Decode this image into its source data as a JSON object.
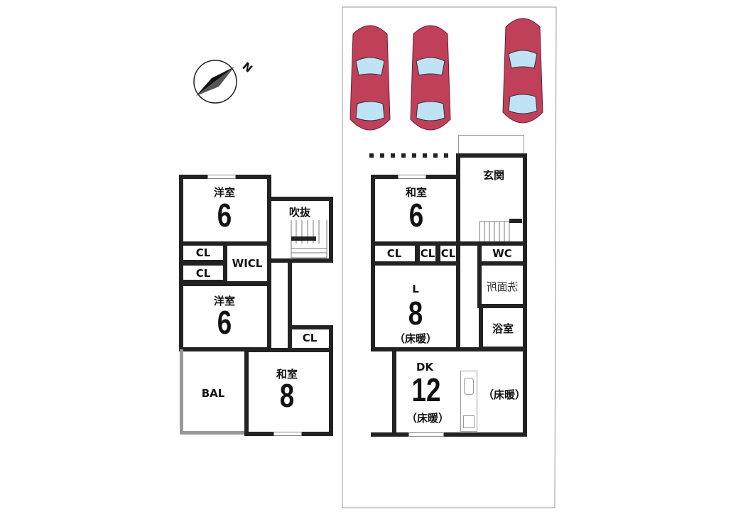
{
  "compass": {
    "label": "N"
  },
  "floor2": {
    "rooms": [
      {
        "name": "洋室",
        "size": "6"
      },
      {
        "name": "洋室",
        "size": "6"
      },
      {
        "name": "和室",
        "size": "8"
      }
    ],
    "cl1": "CL",
    "cl2": "CL",
    "cl3": "CL",
    "wicl": "WICL",
    "fukinuke": "吹抜",
    "bal": "BAL"
  },
  "floor1": {
    "washitsu": {
      "name": "和室",
      "size": "6"
    },
    "living": {
      "name": "L",
      "size": "8",
      "note": "（床暖）"
    },
    "dk": {
      "name": "DK",
      "size": "12",
      "note": "（床暖）"
    },
    "kitchen_note": "（床暖）",
    "genkan": "玄関",
    "wc": "WC",
    "senmen": "洗面所",
    "yokushitsu": "浴室",
    "cl1": "CL",
    "cl2": "CL",
    "cl3": "CL"
  },
  "colors": {
    "car": "#c0405a",
    "wall": "#222222"
  }
}
